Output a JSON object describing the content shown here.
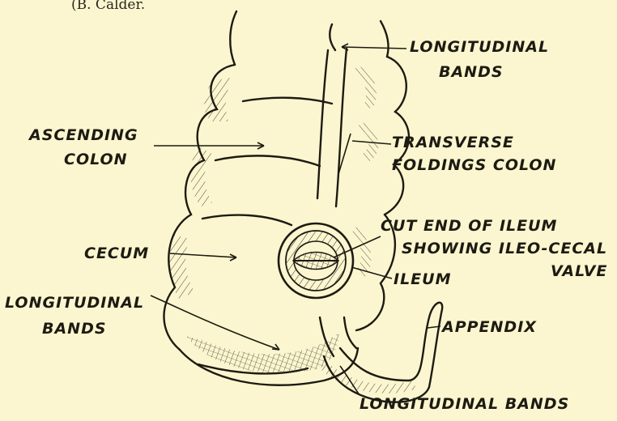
{
  "caption": "(B. Calder.",
  "labels": {
    "longitudinal_bands_top": [
      "LONGITUDINAL",
      "BANDS"
    ],
    "ascending_colon": [
      "ASCENDING",
      "COLON"
    ],
    "transverse_foldings": [
      "TRANSVERSE",
      "FOLDINGS COLON"
    ],
    "cut_end": [
      "CUT END OF ILEUM",
      "SHOWING ILEO-CECAL",
      "VALVE"
    ],
    "cecum": "CECUM",
    "ileum": "ILEUM",
    "longitudinal_bands_left": [
      "LONGITUDINAL",
      "BANDS"
    ],
    "appendix": "APPENDIX",
    "longitudinal_bands_bottom": "LONGITUDINAL BANDS"
  },
  "colors": {
    "paper": "#fbf6cf",
    "ink": "#1d1a12"
  }
}
